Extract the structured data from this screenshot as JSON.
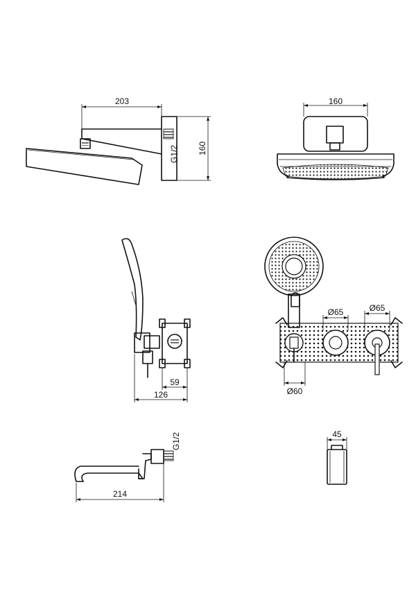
{
  "dimensions": {
    "shower_side_width": "203",
    "shower_side_height": "160",
    "shower_side_thread": "G1/2",
    "shower_front_width": "160",
    "valve_side_depth": "126",
    "valve_side_trim": "59",
    "valve_front_dia1": "Ø65",
    "valve_front_dia2": "Ø65",
    "valve_front_dia3": "Ø60",
    "spout_side_length": "214",
    "spout_side_thread": "G1/2",
    "spout_front_width": "45"
  },
  "colors": {
    "line": "#111111",
    "background": "#ffffff"
  }
}
